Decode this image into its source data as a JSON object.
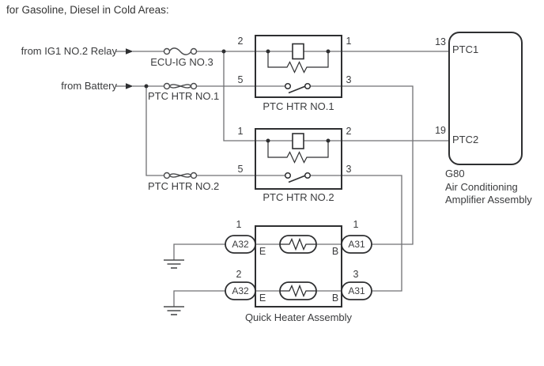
{
  "title": "for Gasoline, Diesel in Cold Areas:",
  "inputs": {
    "ig1_label": "from IG1 NO.2 Relay",
    "battery_label": "from Battery"
  },
  "fuses": {
    "fuse1": "ECU-IG NO.3",
    "fuse2": "PTC HTR NO.1",
    "fuse3": "PTC HTR NO.2"
  },
  "relay1": {
    "label": "PTC HTR NO.1",
    "pin_tl": "2",
    "pin_tr": "1",
    "pin_bl": "5",
    "pin_br": "3"
  },
  "relay2": {
    "label": "PTC HTR NO.2",
    "pin_tl": "1",
    "pin_tr": "2",
    "pin_bl": "5",
    "pin_br": "3"
  },
  "amplifier": {
    "pin13": "13",
    "ptc1": "PTC1",
    "pin19": "19",
    "ptc2": "PTC2",
    "code": "G80",
    "name1": "Air Conditioning",
    "name2": "Amplifier Assembly"
  },
  "heater": {
    "label": "Quick Heater Assembly",
    "row1": {
      "pin_left": "1",
      "conn_left": "A32",
      "e": "E",
      "b": "B",
      "pin_right": "1",
      "conn_right": "A31"
    },
    "row2": {
      "pin_left": "2",
      "conn_left": "A32",
      "e": "E",
      "b": "B",
      "pin_right": "3",
      "conn_right": "A31"
    }
  },
  "colors": {
    "wire": "#707174",
    "component": "#2e2f31",
    "text": "#3b3c3e",
    "background": "#ffffff"
  }
}
